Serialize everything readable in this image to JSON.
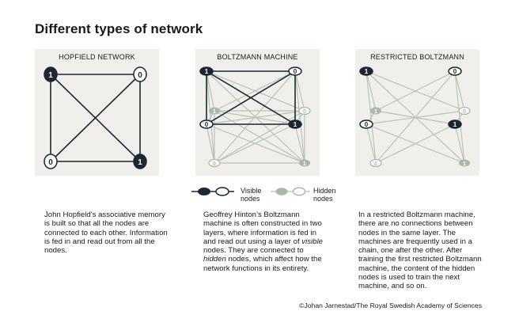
{
  "title": "Different types of network",
  "panels": {
    "hopfield": {
      "title": "HOPFIELD NETWORK"
    },
    "boltzmann": {
      "title": "BOLTZMANN MACHINE"
    },
    "restricted": {
      "title": "RESTRICTED BOLTZMANN"
    }
  },
  "node_values": {
    "one": "1",
    "zero": "0"
  },
  "legend": {
    "visible_line1": "Visible",
    "visible_line2": "nodes",
    "hidden_line1": "Hidden",
    "hidden_line2": "nodes"
  },
  "descriptions": {
    "hopfield": "John Hopfield’s associative memory is built so that all the nodes are connected to each other. Information is fed in and read out from all the nodes.",
    "boltzmann": {
      "part1": "Geoffrey Hinton’s Boltzmann machine is often constructed in two layers, where information is fed in and read out using a layer of ",
      "em1": "visible",
      "part2": " nodes. They are connected to ",
      "em2": "hidden",
      "part3": " nodes, which affect how the network functions in its entirety."
    },
    "restricted": "In a restricted Boltzmann machine, there are no connections between nodes in the same layer. The machines are frequently used in a chain, one after the other. After training the first restricted Boltzmann machine, the content of the hidden nodes is used to train the next machine, and so on."
  },
  "credit": "©Johan Jarnestad/The Royal Swedish Academy of Sciences",
  "colors": {
    "panel_bg": "#f1efeb",
    "dark": "#1c2733",
    "hidden": "#a9b8a8",
    "hidden_line": "#b7c3b5"
  }
}
